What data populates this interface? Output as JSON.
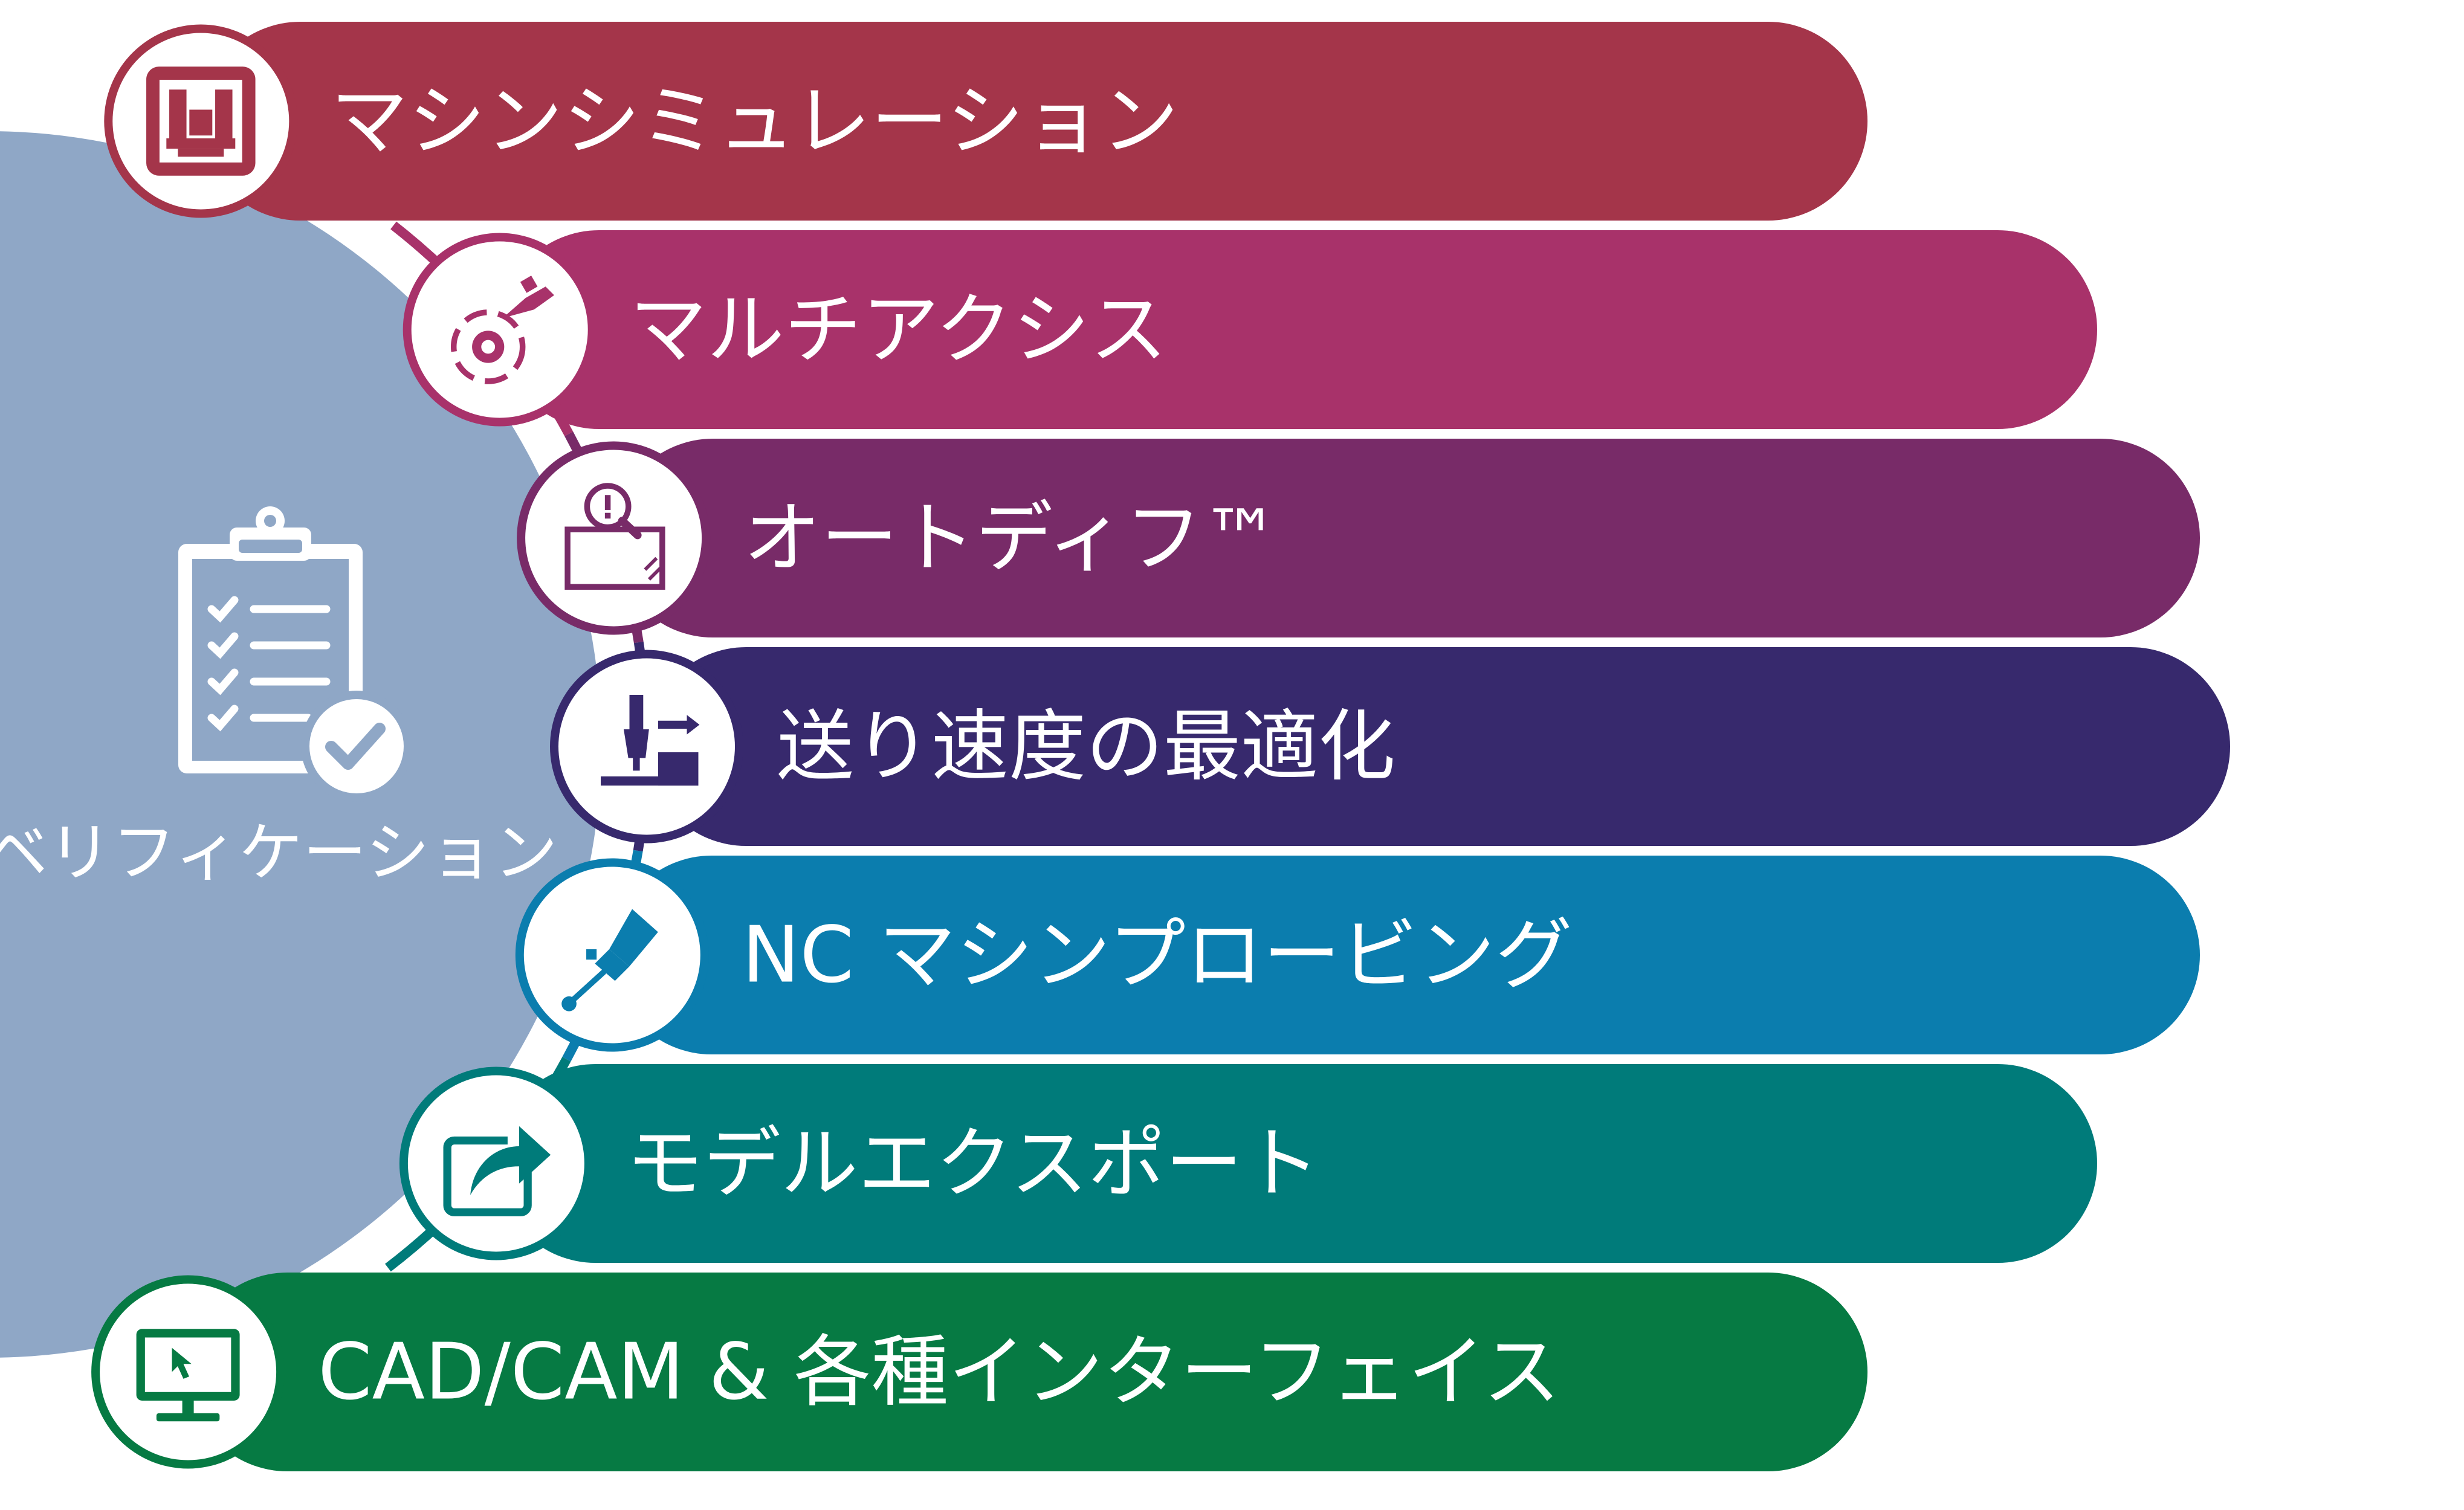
{
  "hub": {
    "label": "ベリフィケーション",
    "icon": "clipboard-check-icon",
    "color": "#8FA7C6"
  },
  "items": [
    {
      "label": "マシンシミュレーション",
      "icon": "machine-simulation-icon",
      "color": "#A4354A"
    },
    {
      "label": "マルチアクシス",
      "icon": "multi-axis-icon",
      "color": "#A8326A"
    },
    {
      "label": "オートディフ™",
      "icon": "autodiff-icon",
      "color": "#782B68"
    },
    {
      "label": "送り速度の最適化",
      "icon": "feed-rate-icon",
      "color": "#37296D"
    },
    {
      "label": "NC マシンプロービング",
      "icon": "probe-icon",
      "color": "#0B7DAE"
    },
    {
      "label": "モデルエクスポート",
      "icon": "export-icon",
      "color": "#007B7A"
    },
    {
      "label": "CAD/CAM & 各種インターフェイス",
      "icon": "monitor-cursor-icon",
      "color": "#067A43"
    }
  ]
}
